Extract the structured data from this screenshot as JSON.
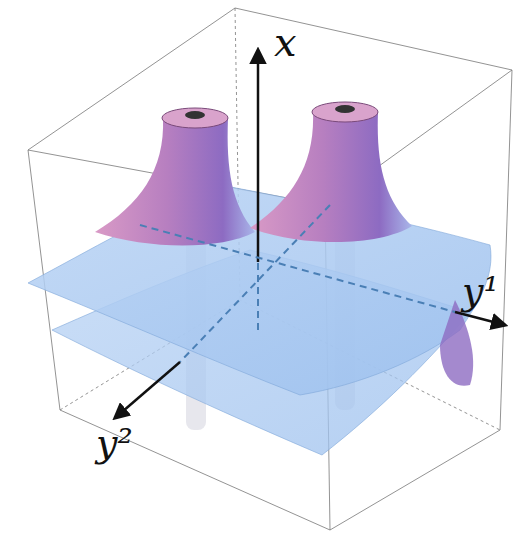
{
  "diagram": {
    "labels": [
      "x",
      "y¹",
      "y²"
    ]
  }
}
